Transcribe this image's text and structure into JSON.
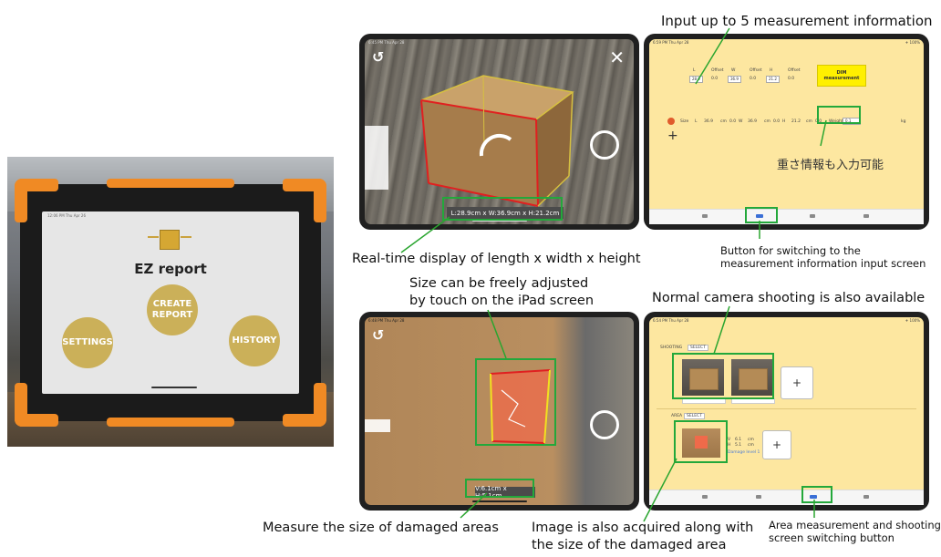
{
  "colors": {
    "accent_green": "#23a83b",
    "app_yellow": "#fde7a0",
    "case_orange": "#f08a24",
    "dim_button": "#fff000",
    "menu_gold": "#cbb059"
  },
  "photo": {
    "app_title": "EZ report",
    "buttons": {
      "settings": "SETTINGS",
      "create_report_1": "CREATE",
      "create_report_2": "REPORT",
      "history": "HISTORY"
    },
    "status": "12:06 PM  Thu Apr 26"
  },
  "screen1": {
    "status_left": "6:45 PM  Thu Apr 28",
    "measurement": "L:28.9cm x W:36.9cm x H:21.2cm",
    "icons": {
      "back": "undo-arrow-icon",
      "close": "close-x-icon",
      "shutter": "shutter-circle-icon"
    }
  },
  "screen2": {
    "status_left": "6:59 PM  Thu Apr 28",
    "status_right": "✈ 100%",
    "col_labels": [
      "L",
      "Offset",
      "W",
      "Offset",
      "H",
      "Offset"
    ],
    "values": [
      "28.9",
      "0.0",
      "36.9",
      "0.0",
      "21.2",
      "0.0"
    ],
    "dim_button": "DIM\nmeasurement",
    "row_label": "Size",
    "row_values": [
      "L",
      "36.9",
      "cm",
      "0.0",
      "W",
      "36.9",
      "cm",
      "0.0",
      "H",
      "21.2",
      "cm",
      "0.0"
    ],
    "weight_label": "Weight",
    "weight_value": "0.1",
    "weight_unit": "kg",
    "jp_note": "重さ情報も入力可能",
    "icons": {
      "plus": "plus-icon",
      "delete": "delete-circle-icon"
    }
  },
  "screen3": {
    "status_left": "6:48 PM  Thu Apr 28",
    "measurement": "V:6.1cm x H:5.1cm"
  },
  "screen4": {
    "status_left": "6:54 PM  Thu Apr 28",
    "status_right": "✈ 100%",
    "shooting_tab": "SHOOTING",
    "select_tab": "SELECT",
    "area_tab": "AREA",
    "area_select_tab": "SELECT",
    "area_v": "6.1",
    "area_h": "5.1",
    "area_unit": "cm",
    "damage_note": "Damage level 1",
    "plus": "+"
  },
  "captions": {
    "c1": "Input up to 5 measurement information",
    "c2": "Real-time display of length x width x height",
    "c3_1": "Button for switching to the",
    "c3_2": "measurement information input screen",
    "c4_1": "Size can be freely adjusted",
    "c4_2": "by touch on the iPad screen",
    "c5": "Normal camera shooting is also available",
    "c6": "Measure the size of damaged areas",
    "c7_1": "Image is also acquired along with",
    "c7_2": "the size of the damaged area",
    "c8_1": "Area measurement and shooting",
    "c8_2": "screen switching button"
  }
}
